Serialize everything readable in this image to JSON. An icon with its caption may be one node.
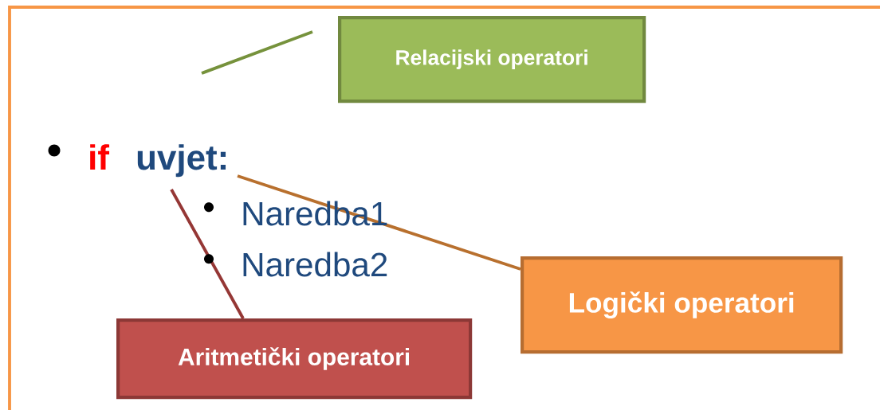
{
  "diagram": {
    "nodes": [
      {
        "text": [
          "Relacijski operatori"
        ]
      },
      {
        "text": [
          "Logički operatori"
        ]
      },
      {
        "text": [
          "Aritmetički operatori"
        ]
      },
      {
        "text": [
          "uvjet:"
        ]
      }
    ],
    "edges": [
      {
        "from": 0,
        "to": null,
        "arrow": "none",
        "color": "#76923c"
      },
      {
        "from": 1,
        "to": 3,
        "arrow": "none",
        "color": "#b8702e"
      },
      {
        "from": 2,
        "to": 3,
        "arrow": "none",
        "color": "#953735"
      }
    ],
    "labels": [
      "if",
      "Naredba1",
      "Naredba2"
    ]
  }
}
